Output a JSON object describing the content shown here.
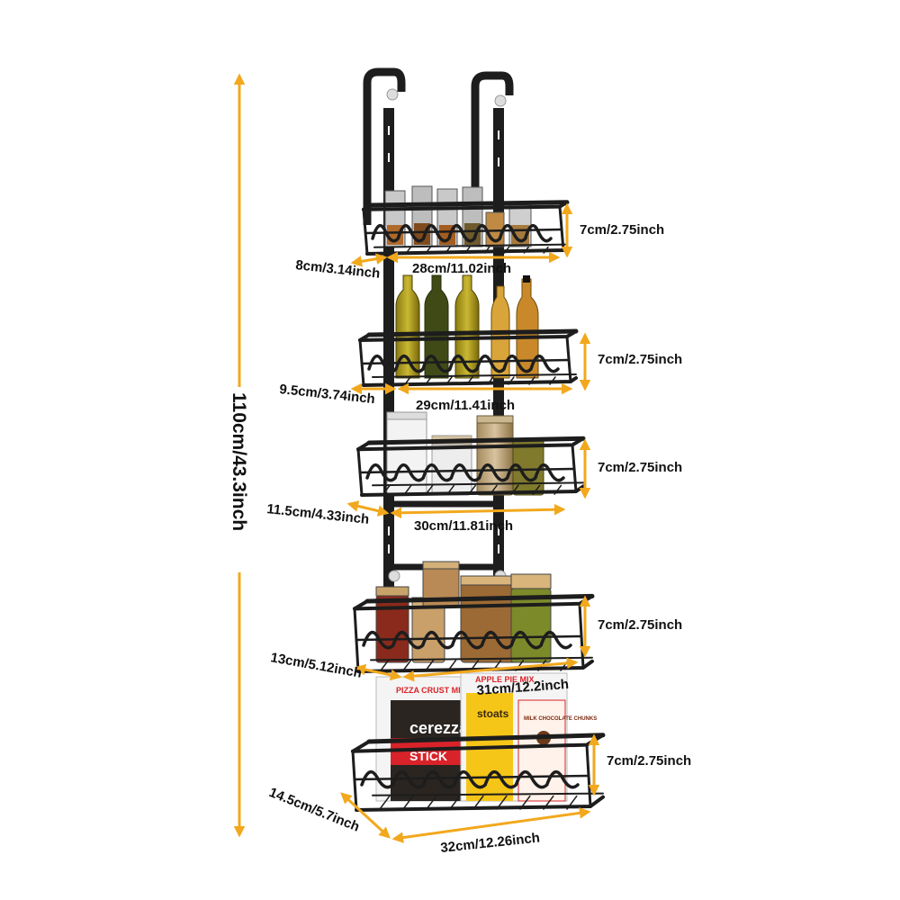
{
  "colors": {
    "arrow": "#f2a81d",
    "rack": "#1d1d1d",
    "text": "#111111"
  },
  "total_height_label": "110cm/43.3inch",
  "shelves": [
    {
      "height_label": "7cm/2.75inch",
      "width_label": "28cm/11.02inch",
      "depth_label": "8cm/3.14inch"
    },
    {
      "height_label": "7cm/2.75inch",
      "width_label": "29cm/11.41inch",
      "depth_label": "9.5cm/3.74inch"
    },
    {
      "height_label": "7cm/2.75inch",
      "width_label": "30cm/11.81inch",
      "depth_label": "11.5cm/4.33inch"
    },
    {
      "height_label": "7cm/2.75inch",
      "width_label": "31cm/12.2inch",
      "depth_label": "13cm/5.12inch"
    },
    {
      "height_label": "7cm/2.75inch",
      "width_label": "32cm/12.26inch",
      "depth_label": "14.5cm/5.7inch"
    }
  ],
  "product_labels": {
    "box1_top": "PIZZA CRUST MIX",
    "box2_top": "APPLE PIE MIX",
    "brand": "cerezza",
    "stick": "STICK",
    "stoats": "stoats",
    "milk": "MILK CHOCOLATE CHUNKS"
  }
}
